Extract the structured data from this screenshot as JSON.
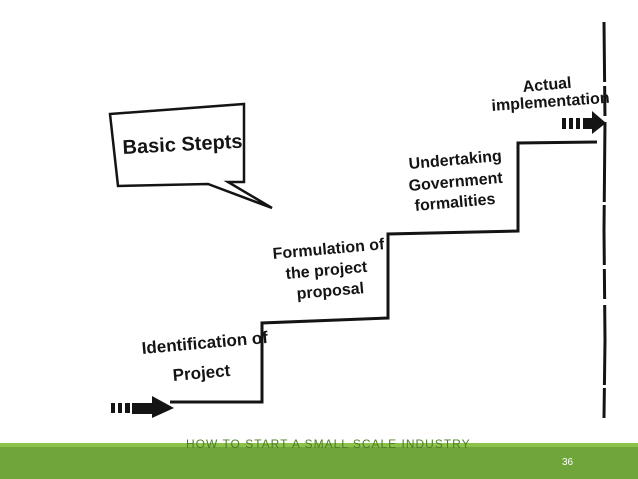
{
  "callout": {
    "text": "Basic Stepts"
  },
  "steps": [
    {
      "lines": [
        "Identification of",
        "Project"
      ]
    },
    {
      "lines": [
        "Formulation of",
        "the project",
        "proposal"
      ]
    },
    {
      "lines": [
        "Undertaking",
        "Government",
        "formalities"
      ]
    },
    {
      "lines": [
        "Actual",
        "implementation"
      ]
    }
  ],
  "footer": {
    "title": "HOW TO START A SMALL SCALE INDUSTRY",
    "page_number": "36"
  },
  "colors": {
    "footer_green": "#6fa53a",
    "footer_light_green": "#8cc24a",
    "ink": "#141414"
  }
}
